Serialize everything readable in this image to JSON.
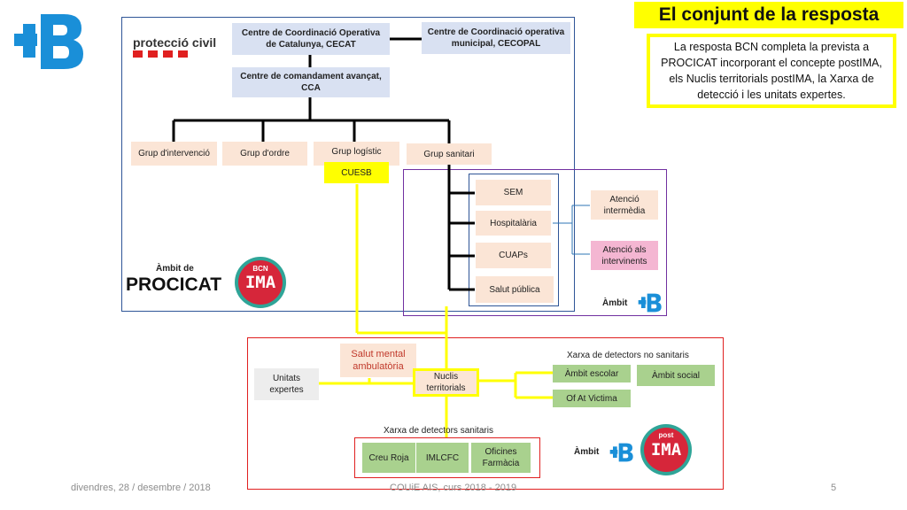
{
  "slide": {
    "title": "El conjunt de la resposta",
    "description": "La resposta BCN completa la prevista a PROCICAT incorporant el concepte postIMA, els Nuclis territorials postIMA, la Xarxa de detecció i les unitats expertes.",
    "footer_date": "divendres, 28 / desembre / 2018",
    "footer_center": "COUiE AIS, curs 2018 - 2019",
    "page_number": "5"
  },
  "logos": {
    "proteccio_civil": "protecció civil",
    "ambit_de": "Àmbit de",
    "procicat": "PROCICAT",
    "ima_badge_top": "BCN",
    "ima_badge_main": "IMA",
    "postima_badge_top": "post",
    "postima_badge_main": "IMA",
    "ambit_b_1": "Àmbit",
    "ambit_b_2": "Àmbit"
  },
  "nodes": {
    "cecat": "Centre de Coordinació Operativa de Catalunya, CECAT",
    "cecopal": "Centre de Coordinació operativa municipal, CECOPAL",
    "cca": "Centre de comandament avançat, CCA",
    "grup_intervencio": "Grup d'intervenció",
    "grup_ordre": "Grup d'ordre",
    "grup_logistic": "Grup logístic",
    "grup_sanitari": "Grup sanitari",
    "cuesb": "CUESB",
    "sem": "SEM",
    "hospitalaria": "Hospitalària",
    "cuaps": "CUAPs",
    "salut_publica": "Salut pública",
    "atencio_intermedia": "Atenció intermèdia",
    "atencio_intervinents": "Atenció als intervinents",
    "salut_mental": "Salut mental ambulatòria",
    "unitats_expertes": "Unitats expertes",
    "nuclis_territorials": "Nuclis territorials",
    "xarxa_no_sanitaris": "Xarxa de detectors no sanitaris",
    "ambit_escolar": "Àmbit escolar",
    "ambit_social": "Àmbit social",
    "of_at_victima": "Of At Victima",
    "xarxa_sanitaris": "Xarxa de detectors sanitaris",
    "creu_roja": "Creu Roja",
    "imlcfc": "IMLCFC",
    "oficines_farmacia": "Oficines Farmàcia"
  },
  "colors": {
    "procicat_frame": "#2f5597",
    "ambit_b_frame": "#7030a0",
    "postima_frame": "#e02020",
    "connector_yellow": "#ffff00",
    "brand_blue": "#1a8fd8",
    "ima_red": "#d6263a",
    "ima_teal": "#2fa598"
  }
}
